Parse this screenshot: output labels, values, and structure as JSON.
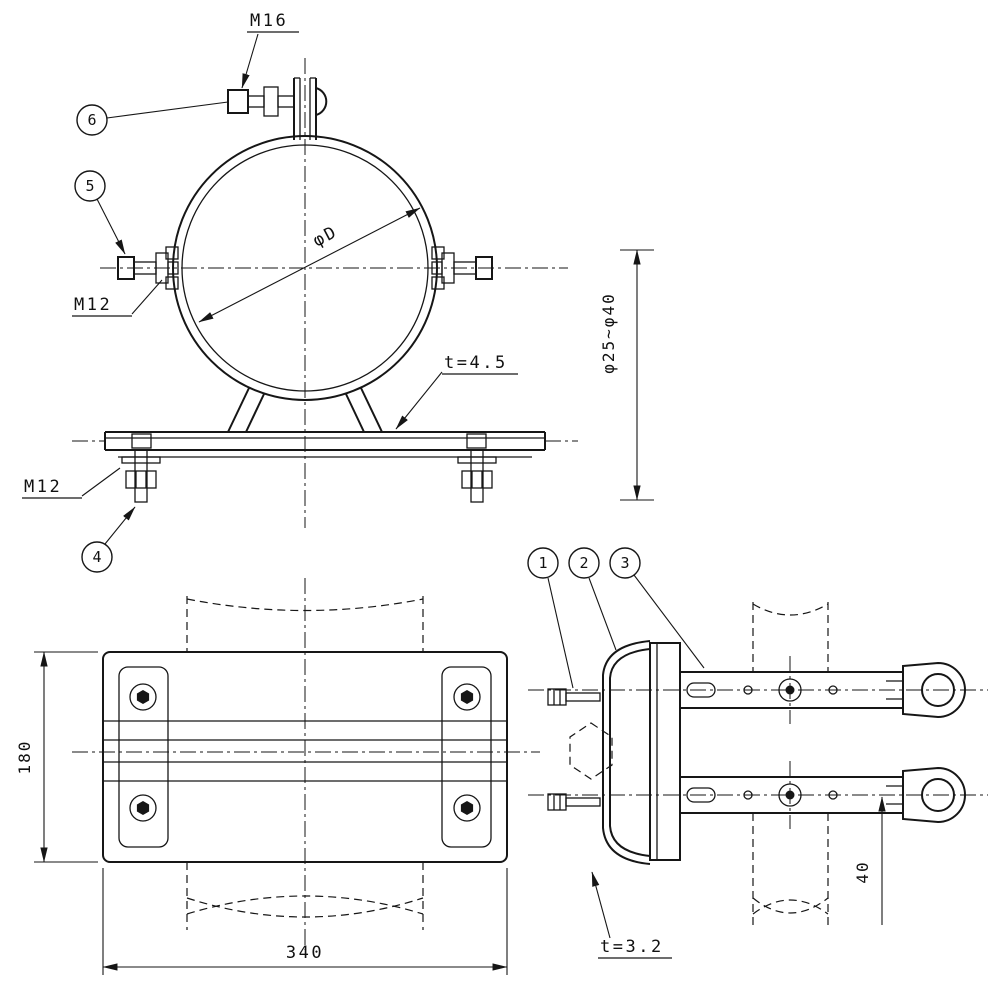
{
  "drawing": {
    "balloons": {
      "b1": "1",
      "b2": "2",
      "b3": "3",
      "b4": "4",
      "b5": "5",
      "b6": "6"
    },
    "labels": {
      "m16": "M16",
      "m12_side": "M12",
      "m12_bottom": "M12",
      "phi_d": "φD",
      "plate_thickness": "t=4.5",
      "band_thickness": "t=3.2",
      "pipe_diameter_range": "φ25~φ40"
    },
    "dimensions": {
      "plate_width": "340",
      "plate_depth": "180",
      "arm_offset": "40"
    }
  }
}
